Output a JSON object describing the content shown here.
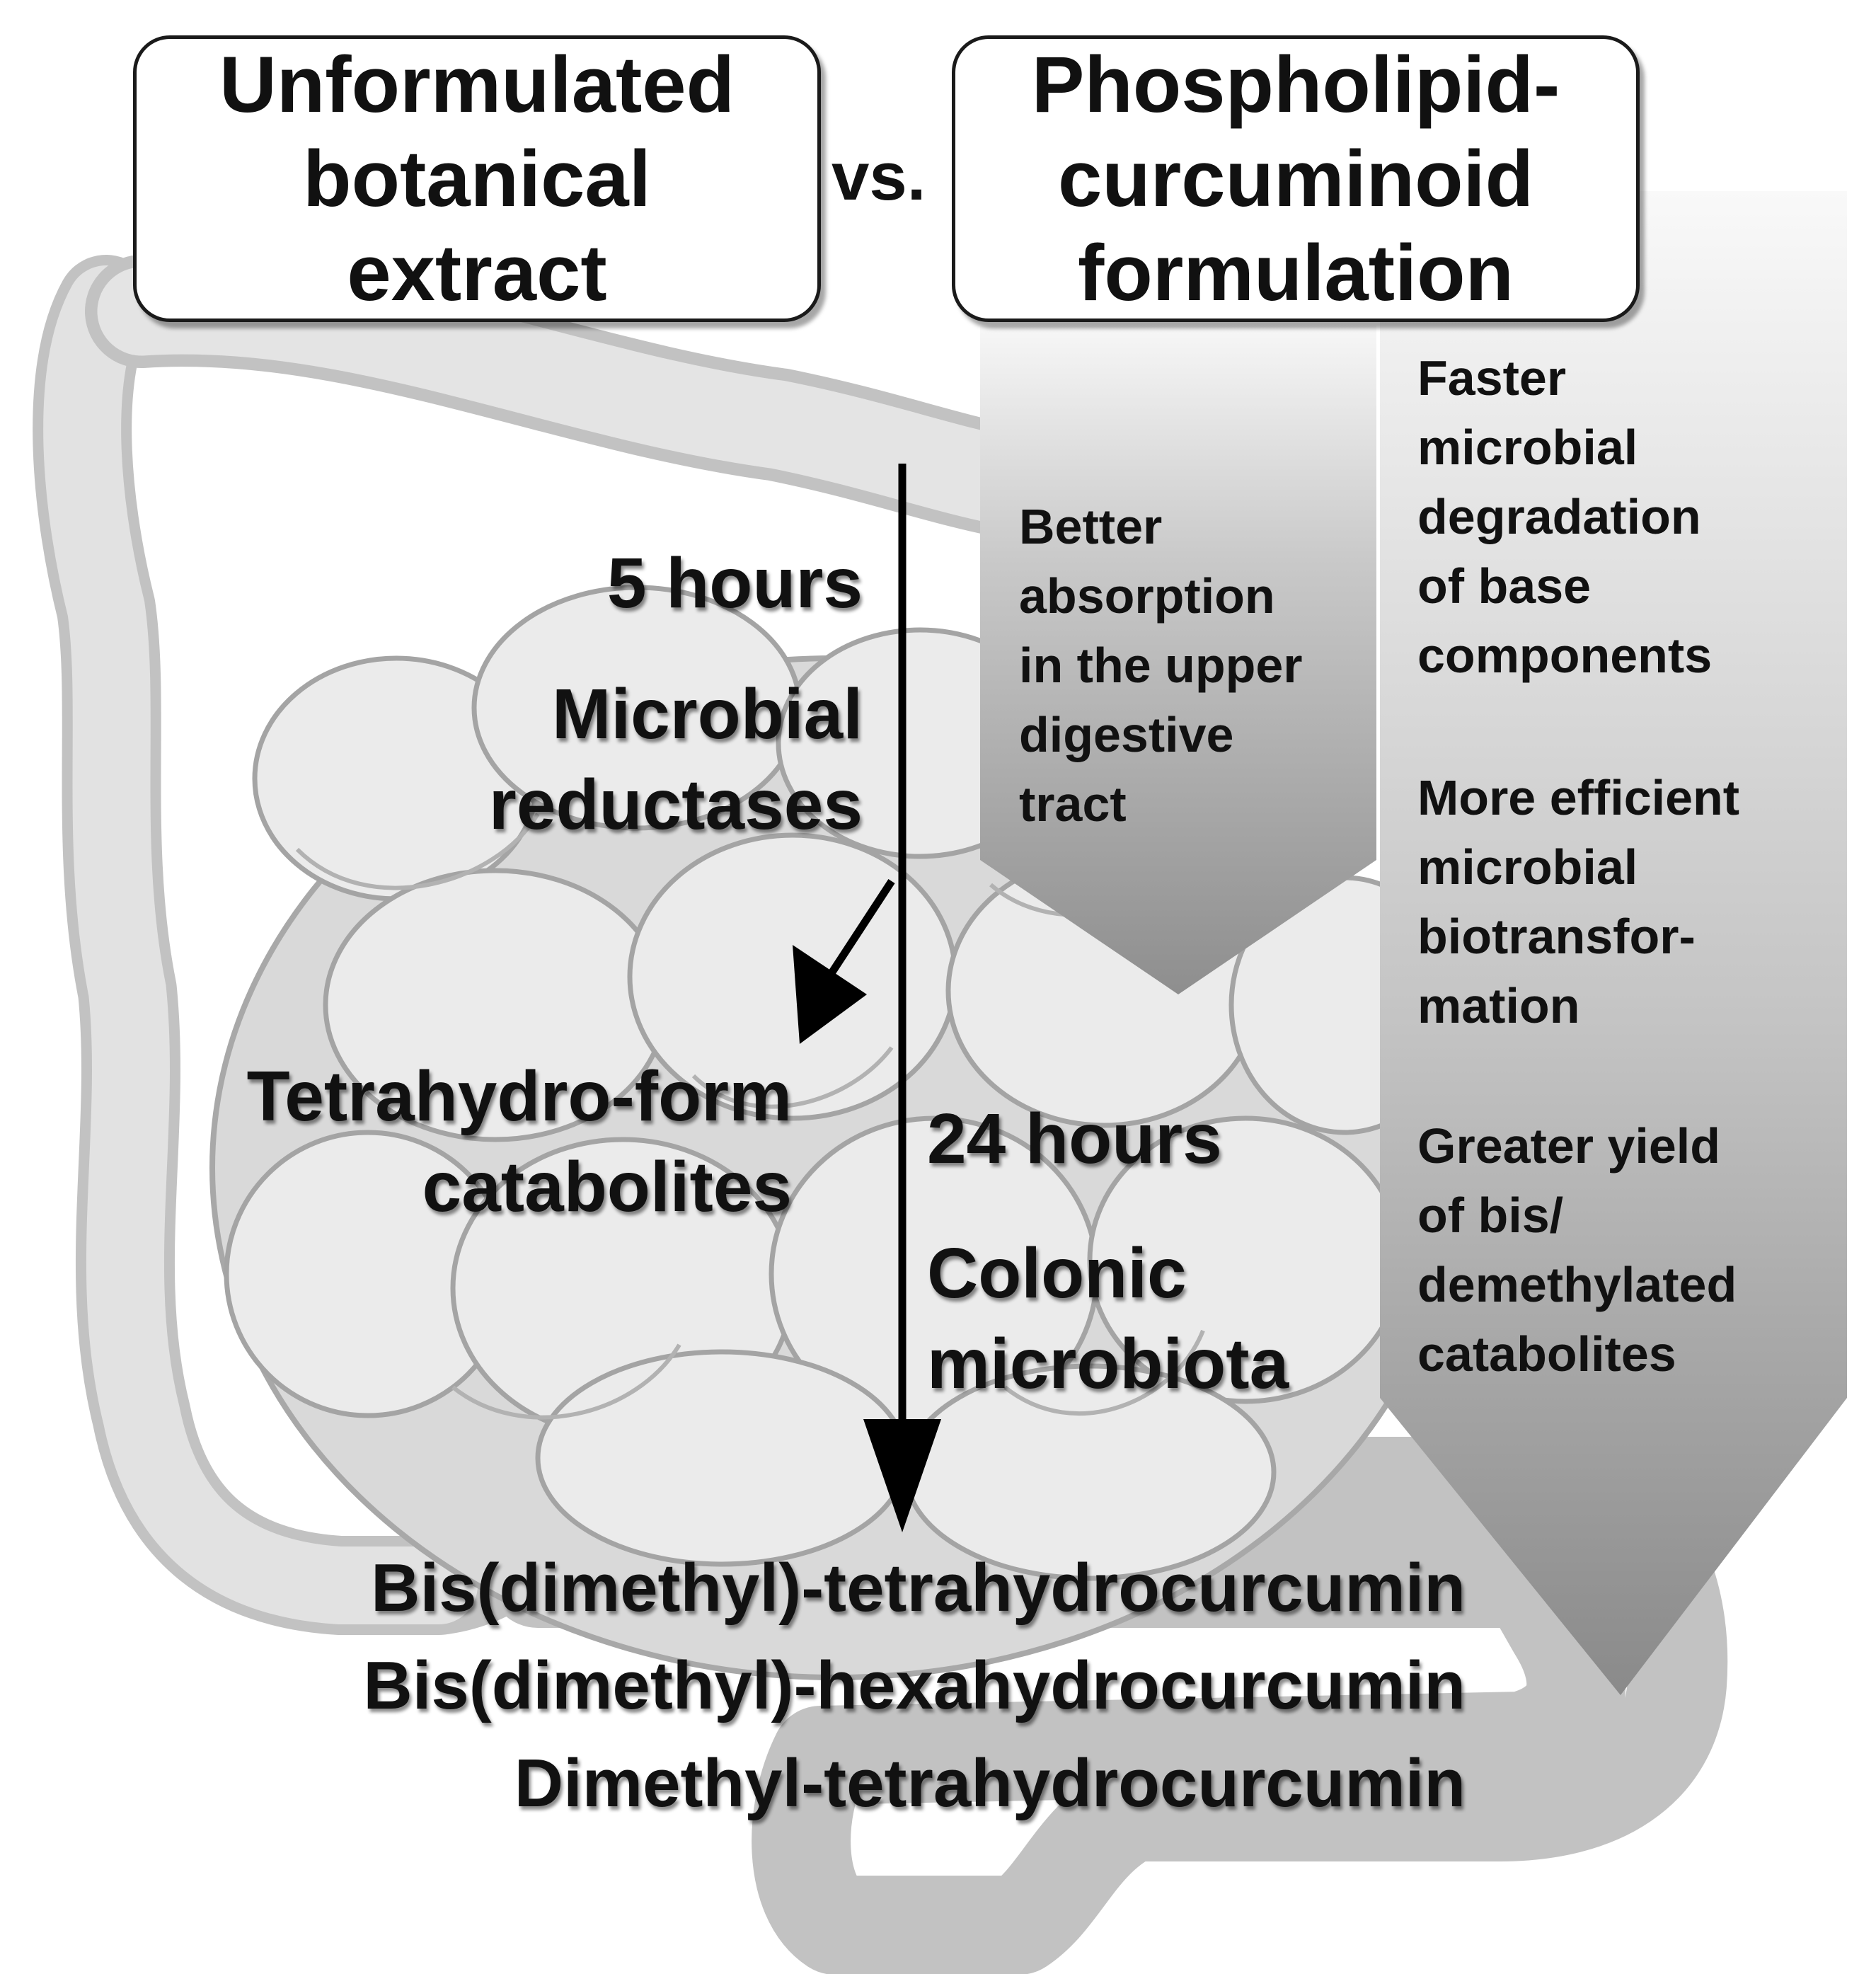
{
  "header": {
    "left_box": [
      "Unformulated",
      "botanical",
      "extract"
    ],
    "vs": "vs.",
    "right_box": [
      "Phospholipid-",
      "curcuminoid",
      "formulation"
    ]
  },
  "timeline": {
    "early_time": "5 hours",
    "early_agent": [
      "Microbial",
      "reductases"
    ],
    "intermediate": [
      "Tetrahydro-form",
      "catabolites"
    ],
    "late_time": "24 hours",
    "late_agent": [
      "Colonic",
      "microbiota"
    ]
  },
  "benefits": {
    "upper": [
      "Better",
      "absorption",
      "in the upper",
      "digestive",
      "tract"
    ],
    "colon_1": [
      "Faster",
      "microbial",
      "degradation",
      "of base",
      "components"
    ],
    "colon_2": [
      "More efficient",
      "microbial",
      "biotransfor-",
      "mation"
    ],
    "colon_3": [
      "Greater yield",
      "of bis/",
      "demethylated",
      "catabolites"
    ]
  },
  "products": [
    "Bis(dimethyl)-tetrahydrocurcumin",
    "Bis(dimethyl)-hexahydrocurcumin",
    "Dimethyl-tetrahydrocurcumin"
  ],
  "colors": {
    "intestine_fill": "#dedede",
    "intestine_stroke": "#9a9a9a",
    "arrow": "#000000",
    "banner_light": "#f4f4f4",
    "banner_dark": "#8c8c8c"
  },
  "icons": {
    "background": "intestine-illustration",
    "main_arrow": "down-arrow",
    "branch_arrow": "diagonal-arrow",
    "banners": "downward-chevron-banner"
  }
}
